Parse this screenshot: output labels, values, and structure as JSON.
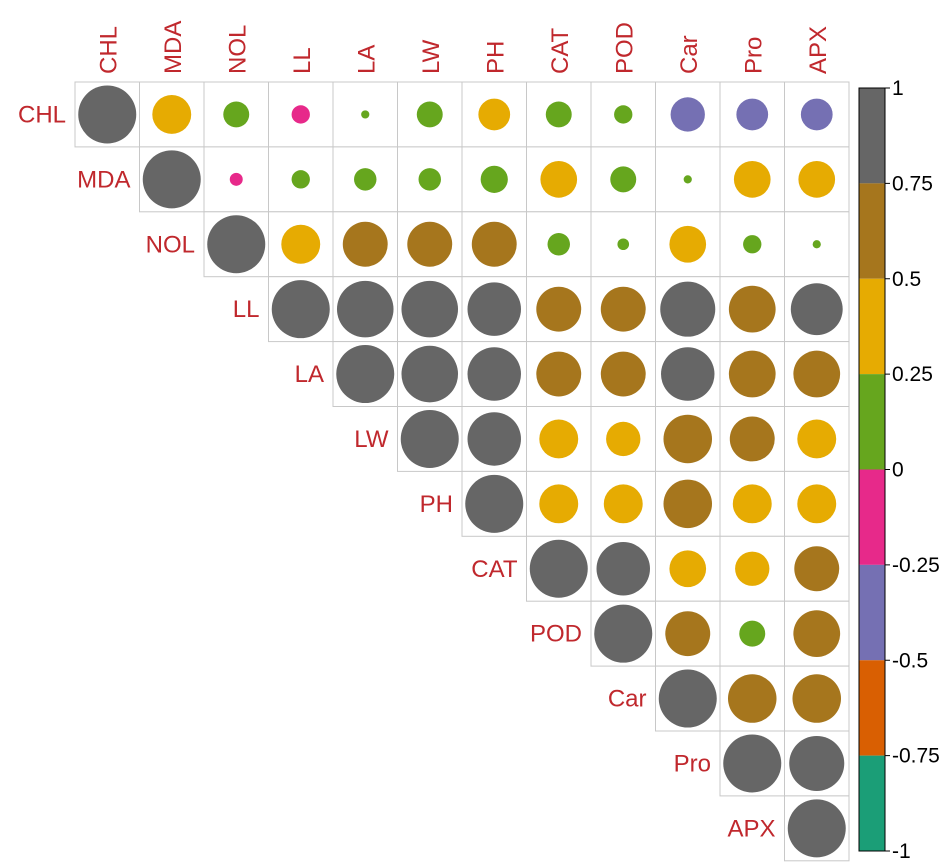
{
  "chart_data": {
    "type": "heatmap",
    "subtype": "correlation-circles-upper-triangle",
    "variables": [
      "CHL",
      "MDA",
      "NOL",
      "LL",
      "LA",
      "LW",
      "PH",
      "CAT",
      "POD",
      "Car",
      "Pro",
      "APX"
    ],
    "matrix": [
      [
        1,
        0.45,
        0.2,
        -0.1,
        0.02,
        0.2,
        0.3,
        0.2,
        0.1,
        -0.35,
        -0.3,
        -0.3
      ],
      [
        null,
        1,
        -0.05,
        0.1,
        0.15,
        0.15,
        0.22,
        0.4,
        0.2,
        0.02,
        0.4,
        0.4
      ],
      [
        null,
        null,
        1,
        0.45,
        0.6,
        0.6,
        0.6,
        0.15,
        0.04,
        0.4,
        0.1,
        0.02
      ],
      [
        null,
        null,
        null,
        1,
        0.95,
        0.95,
        0.85,
        0.6,
        0.6,
        0.9,
        0.65,
        0.8
      ],
      [
        null,
        null,
        null,
        null,
        1,
        0.95,
        0.85,
        0.6,
        0.6,
        0.85,
        0.65,
        0.65
      ],
      [
        null,
        null,
        null,
        null,
        null,
        1,
        0.85,
        0.45,
        0.35,
        0.7,
        0.6,
        0.45
      ],
      [
        null,
        null,
        null,
        null,
        null,
        null,
        1,
        0.45,
        0.45,
        0.7,
        0.45,
        0.45
      ],
      [
        null,
        null,
        null,
        null,
        null,
        null,
        null,
        1,
        0.85,
        0.4,
        0.35,
        0.6
      ],
      [
        null,
        null,
        null,
        null,
        null,
        null,
        null,
        null,
        1,
        0.6,
        0.2,
        0.65
      ],
      [
        null,
        null,
        null,
        null,
        null,
        null,
        null,
        null,
        null,
        1,
        0.7,
        0.7
      ],
      [
        null,
        null,
        null,
        null,
        null,
        null,
        null,
        null,
        null,
        null,
        1,
        0.9
      ],
      [
        null,
        null,
        null,
        null,
        null,
        null,
        null,
        null,
        null,
        null,
        null,
        1
      ]
    ],
    "colorbar": {
      "ticks": [
        "1",
        "0.75",
        "0.5",
        "0.25",
        "0",
        "-0.25",
        "-0.5",
        "-0.75",
        "-1"
      ],
      "range": [
        -1,
        1
      ],
      "bins": [
        {
          "from": 0.75,
          "to": 1,
          "color": "#666666"
        },
        {
          "from": 0.5,
          "to": 0.75,
          "color": "#a6761d"
        },
        {
          "from": 0.25,
          "to": 0.5,
          "color": "#e6ab02"
        },
        {
          "from": 0,
          "to": 0.25,
          "color": "#66a61e"
        },
        {
          "from": -0.25,
          "to": 0,
          "color": "#e7298a"
        },
        {
          "from": -0.5,
          "to": -0.25,
          "color": "#7570b3"
        },
        {
          "from": -0.75,
          "to": -0.5,
          "color": "#d95f02"
        },
        {
          "from": -1,
          "to": -0.75,
          "color": "#1b9e77"
        }
      ]
    },
    "label_color": "#c0282d"
  }
}
